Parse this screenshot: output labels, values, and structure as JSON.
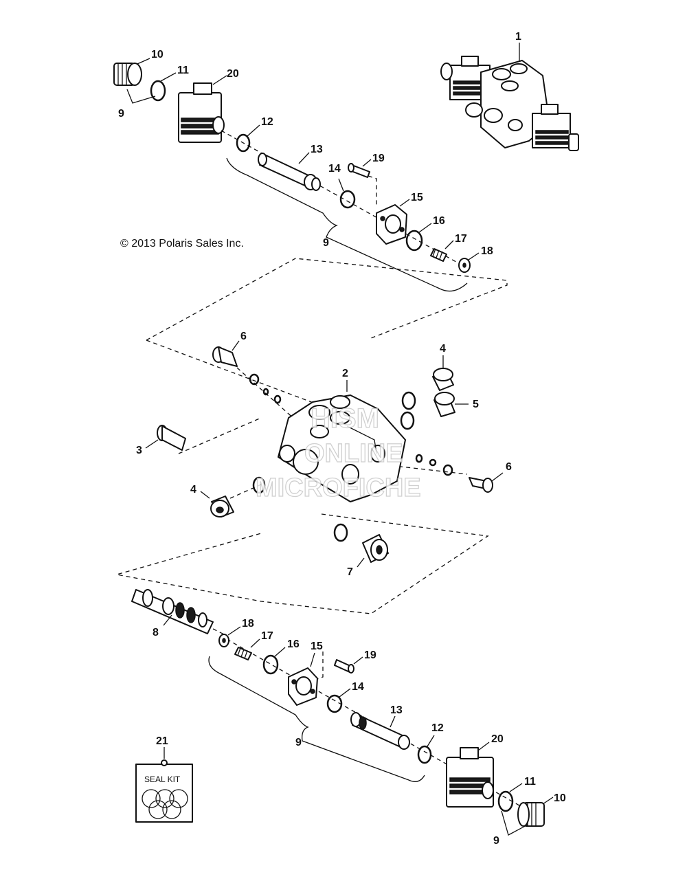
{
  "copyright": "© 2013 Polaris Sales Inc.",
  "watermark": [
    "HISM",
    "ONLINE",
    "MICROFICHE"
  ],
  "seal_kit_label": "SEAL KIT",
  "callouts": {
    "c1": "1",
    "c2": "2",
    "c3": "3",
    "c4a": "4",
    "c4b": "4",
    "c5": "5",
    "c6a": "6",
    "c6b": "6",
    "c7": "7",
    "c8": "8",
    "c9a": "9",
    "c9b": "9",
    "c9c": "9",
    "c9d": "9",
    "c10a": "10",
    "c10b": "10",
    "c11a": "11",
    "c11b": "11",
    "c12a": "12",
    "c12b": "12",
    "c13a": "13",
    "c13b": "13",
    "c14a": "14",
    "c14b": "14",
    "c15a": "15",
    "c15b": "15",
    "c16a": "16",
    "c16b": "16",
    "c17a": "17",
    "c17b": "17",
    "c18a": "18",
    "c18b": "18",
    "c19a": "19",
    "c19b": "19",
    "c20a": "20",
    "c20b": "20",
    "c21": "21"
  }
}
